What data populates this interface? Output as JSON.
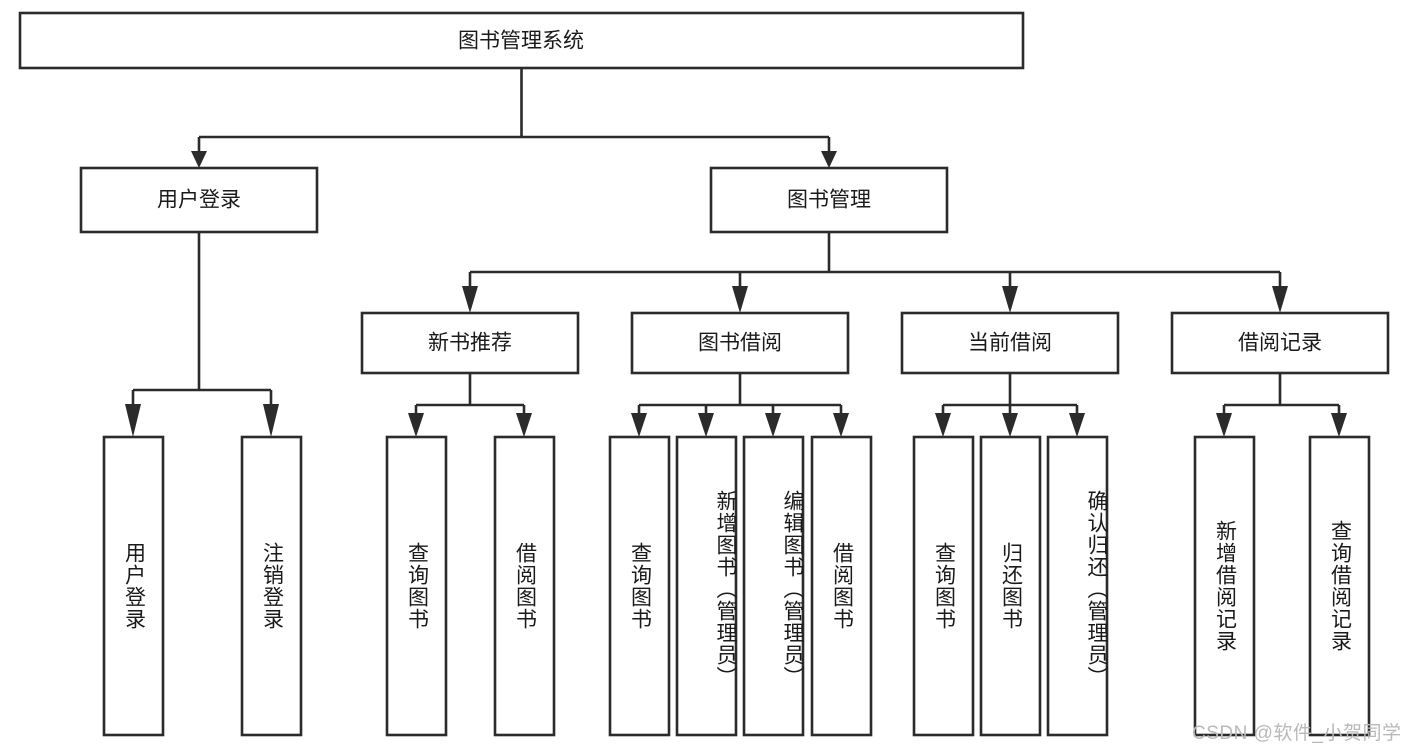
{
  "diagram": {
    "type": "tree-hierarchy",
    "title": "图书管理系统",
    "watermark": "CSDN @软件_小贺同学",
    "colors": {
      "stroke": "#2b2b2b",
      "fill": "#ffffff",
      "text": "#1a1a1a",
      "watermark": "#b9b9b9"
    },
    "levels": {
      "root": "图书管理系统",
      "level2": [
        "用户登录",
        "图书管理"
      ],
      "level3": [
        "新书推荐",
        "图书借阅",
        "当前借阅",
        "借阅记录"
      ]
    },
    "nodes": {
      "root": {
        "label": "图书管理系统"
      },
      "user_login": {
        "label": "用户登录"
      },
      "book_manage": {
        "label": "图书管理"
      },
      "new_book_rec": {
        "label": "新书推荐"
      },
      "book_borrow": {
        "label": "图书借阅"
      },
      "current_borrow": {
        "label": "当前借阅"
      },
      "borrow_record": {
        "label": "借阅记录"
      },
      "leaf_user_login": {
        "label": "用户登录"
      },
      "leaf_user_logout": {
        "label": "注销登录"
      },
      "leaf_query_book_1": {
        "label": "查询图书"
      },
      "leaf_borrow_book_1": {
        "label": "借阅图书"
      },
      "leaf_query_book_2": {
        "label": "查询图书"
      },
      "leaf_add_book": {
        "label": "新增图书（管理员）"
      },
      "leaf_edit_book": {
        "label": "编辑图书（管理员）"
      },
      "leaf_borrow_book_2": {
        "label": "借阅图书"
      },
      "leaf_query_book_3": {
        "label": "查询图书"
      },
      "leaf_return_book": {
        "label": "归还图书"
      },
      "leaf_confirm_return": {
        "label": "确认归还（管理员）"
      },
      "leaf_add_record": {
        "label": "新增借阅记录"
      },
      "leaf_query_record": {
        "label": "查询借阅记录"
      }
    },
    "edges": [
      {
        "from": "root",
        "to": "user_login"
      },
      {
        "from": "root",
        "to": "book_manage"
      },
      {
        "from": "user_login",
        "to": "leaf_user_login"
      },
      {
        "from": "user_login",
        "to": "leaf_user_logout"
      },
      {
        "from": "book_manage",
        "to": "new_book_rec"
      },
      {
        "from": "book_manage",
        "to": "book_borrow"
      },
      {
        "from": "book_manage",
        "to": "current_borrow"
      },
      {
        "from": "book_manage",
        "to": "borrow_record"
      },
      {
        "from": "new_book_rec",
        "to": "leaf_query_book_1"
      },
      {
        "from": "new_book_rec",
        "to": "leaf_borrow_book_1"
      },
      {
        "from": "book_borrow",
        "to": "leaf_query_book_2"
      },
      {
        "from": "book_borrow",
        "to": "leaf_add_book"
      },
      {
        "from": "book_borrow",
        "to": "leaf_edit_book"
      },
      {
        "from": "book_borrow",
        "to": "leaf_borrow_book_2"
      },
      {
        "from": "current_borrow",
        "to": "leaf_query_book_3"
      },
      {
        "from": "current_borrow",
        "to": "leaf_return_book"
      },
      {
        "from": "current_borrow",
        "to": "leaf_confirm_return"
      },
      {
        "from": "borrow_record",
        "to": "leaf_add_record"
      },
      {
        "from": "borrow_record",
        "to": "leaf_query_record"
      }
    ]
  }
}
